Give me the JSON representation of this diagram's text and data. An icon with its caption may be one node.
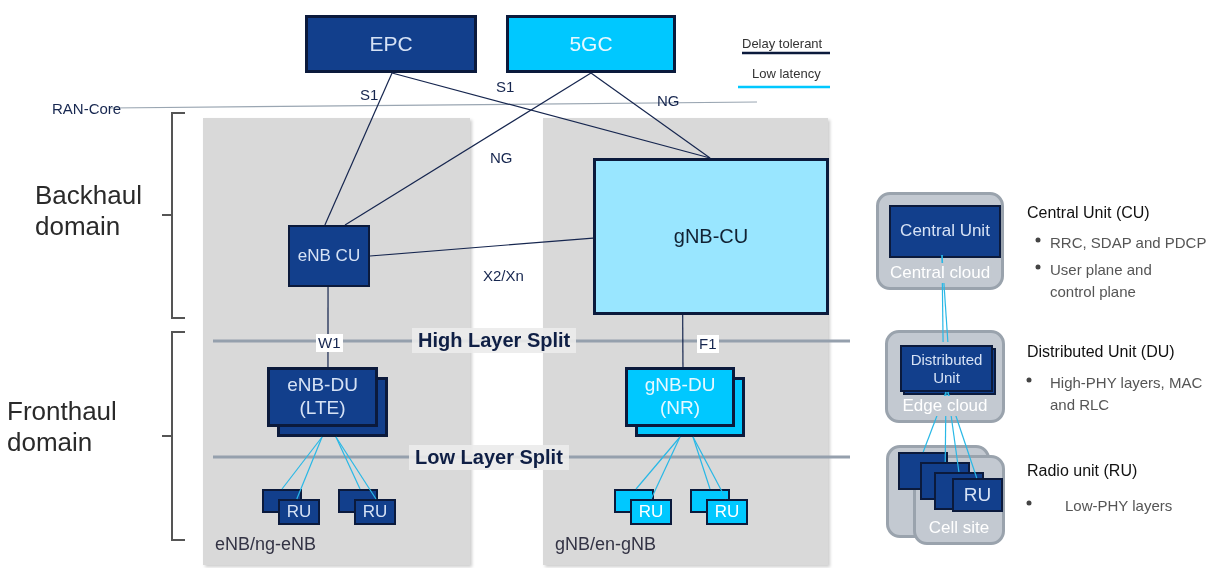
{
  "diagram": {
    "nodes": [
      {
        "text": [
          "EPC"
        ]
      },
      {
        "text": [
          "5GC"
        ]
      },
      {
        "text": [
          "eNB/ng-eNB"
        ]
      },
      {
        "text": [
          "eNB CU"
        ],
        "in": 2
      },
      {
        "text": [
          "eNB-DU (LTE)"
        ],
        "in": 2
      },
      {
        "text": [
          "RU"
        ],
        "in": 2
      },
      {
        "text": [
          "RU"
        ],
        "in": 2
      },
      {
        "text": [
          "gNB/en-gNB"
        ]
      },
      {
        "text": [
          "gNB-CU"
        ],
        "in": 7
      },
      {
        "text": [
          "gNB-DU (NR)"
        ],
        "in": 7
      },
      {
        "text": [
          "RU"
        ],
        "in": 7
      },
      {
        "text": [
          "RU"
        ],
        "in": 7
      },
      {
        "text": [
          "Central cloud"
        ]
      },
      {
        "text": [
          "Central Unit"
        ],
        "in": 12
      },
      {
        "text": [
          "Edge cloud"
        ]
      },
      {
        "text": [
          "Distributed Unit"
        ],
        "in": 14
      },
      {
        "text": [
          "Cell site"
        ]
      },
      {
        "text": [
          "RU"
        ],
        "in": 16
      }
    ],
    "edges": [
      {
        "from": 0,
        "to": 3,
        "arrow": "none",
        "label": "S1",
        "color": "#16264f"
      },
      {
        "from": 0,
        "to": 8,
        "arrow": "none",
        "label": "S1",
        "color": "#16264f"
      },
      {
        "from": 1,
        "to": 3,
        "arrow": "none",
        "label": "NG",
        "color": "#16264f"
      },
      {
        "from": 1,
        "to": 8,
        "arrow": "none",
        "label": "NG",
        "color": "#16264f"
      },
      {
        "from": 3,
        "to": 8,
        "arrow": "none",
        "label": "X2/Xn",
        "color": "#16264f"
      },
      {
        "from": 3,
        "to": 4,
        "arrow": "none",
        "label": "W1",
        "color": "#16264f"
      },
      {
        "from": 8,
        "to": 9,
        "arrow": "none",
        "label": "F1",
        "color": "#16264f"
      },
      {
        "from": 4,
        "to": 5,
        "arrow": "none"
      },
      {
        "from": 4,
        "to": 5,
        "arrow": "none"
      },
      {
        "from": 4,
        "to": 6,
        "arrow": "none"
      },
      {
        "from": 4,
        "to": 6,
        "arrow": "none"
      },
      {
        "from": 9,
        "to": 10,
        "arrow": "none"
      },
      {
        "from": 9,
        "to": 10,
        "arrow": "none"
      },
      {
        "from": 9,
        "to": 11,
        "arrow": "none"
      },
      {
        "from": 9,
        "to": 11,
        "arrow": "none"
      },
      {
        "from": 13,
        "to": 15,
        "arrow": "none"
      },
      {
        "from": 13,
        "to": 15,
        "arrow": "none"
      },
      {
        "from": 15,
        "to": 17,
        "arrow": "none"
      },
      {
        "from": 15,
        "to": 17,
        "arrow": "none"
      },
      {
        "from": 15,
        "to": 17,
        "arrow": "none"
      },
      {
        "from": 15,
        "to": 17,
        "arrow": "none"
      }
    ],
    "labels": [
      "RAN-Core",
      "Backhaul domain",
      "Fronthaul domain",
      "High Layer Split",
      "Low Layer Split",
      "Central Unit (CU)",
      "RRC, SDAP and PDCP",
      "User plane and control plane",
      "Distributed Unit (DU)",
      "High-PHY layers, MAC and RLC",
      "Radio unit (RU)",
      "Low-PHY layers"
    ],
    "legend": [
      {
        "text": "Delay tolerant"
      },
      {
        "text": "Low latency"
      }
    ]
  }
}
